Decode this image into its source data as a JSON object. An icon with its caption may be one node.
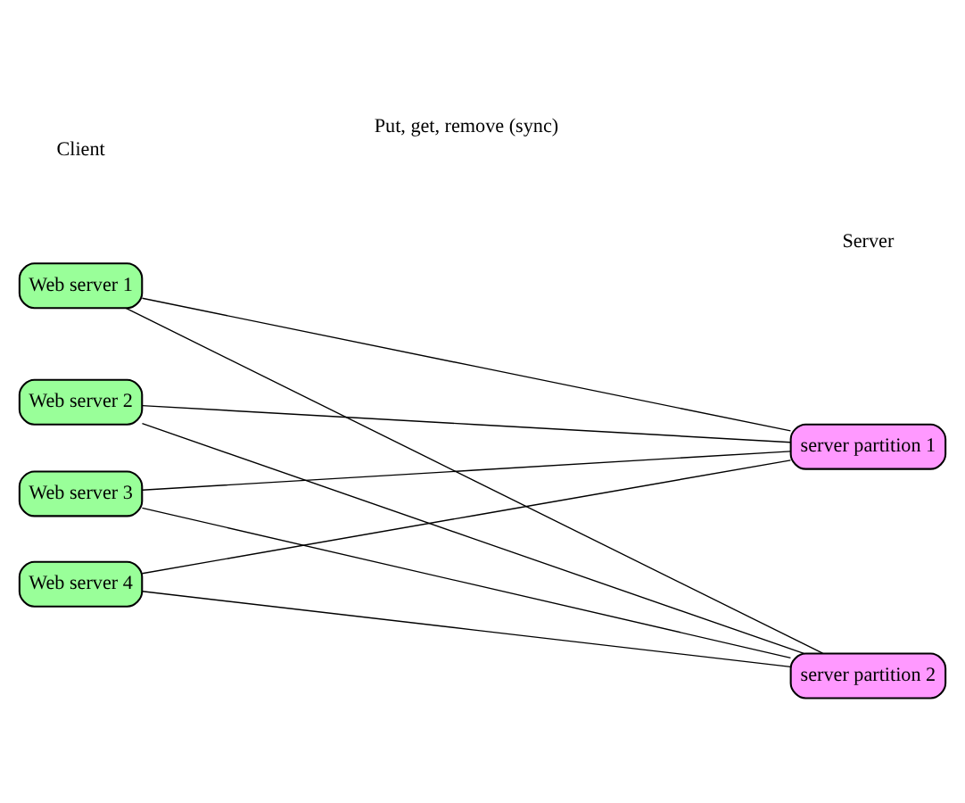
{
  "diagram": {
    "nodes": [
      {
        "text": [
          "Web server 1"
        ]
      },
      {
        "text": [
          "Web server 2"
        ]
      },
      {
        "text": [
          "Web server 3"
        ]
      },
      {
        "text": [
          "Web server 4"
        ]
      },
      {
        "text": [
          "server partition 1"
        ]
      },
      {
        "text": [
          "server partition 2"
        ]
      }
    ],
    "edges": [
      {
        "from": 0,
        "to": 4,
        "arrow": "none"
      },
      {
        "from": 0,
        "to": 5,
        "arrow": "none"
      },
      {
        "from": 1,
        "to": 4,
        "arrow": "none"
      },
      {
        "from": 1,
        "to": 5,
        "arrow": "none"
      },
      {
        "from": 2,
        "to": 4,
        "arrow": "none"
      },
      {
        "from": 2,
        "to": 5,
        "arrow": "none"
      },
      {
        "from": 3,
        "to": 4,
        "arrow": "none"
      },
      {
        "from": 3,
        "to": 5,
        "arrow": "none"
      }
    ],
    "labels": [
      "Client",
      "Server",
      "Put, get, remove (sync)"
    ]
  }
}
